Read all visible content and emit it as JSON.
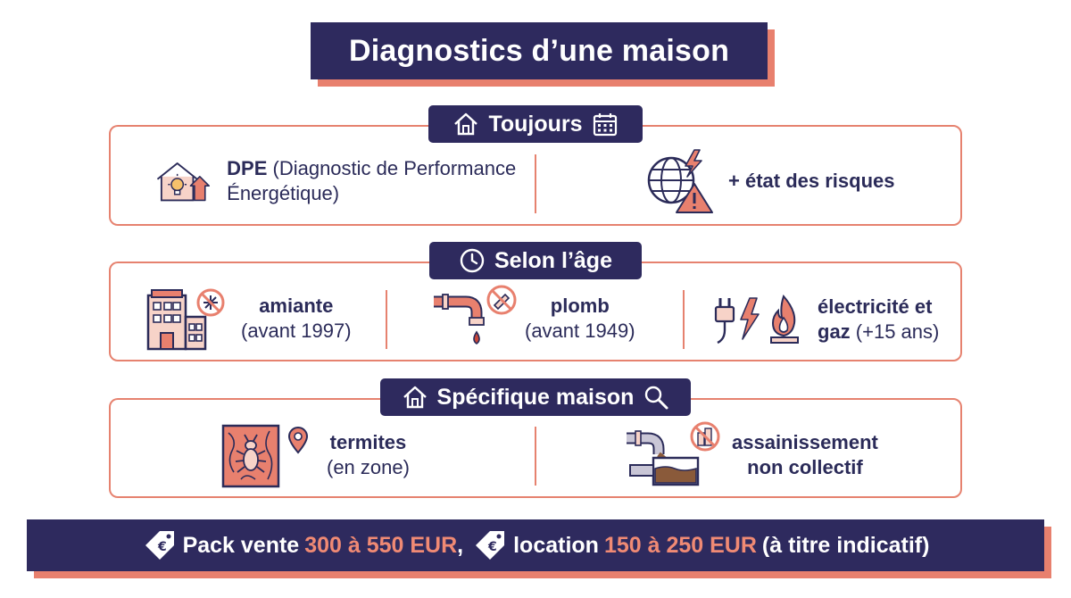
{
  "title": "Diagnostics d’une maison",
  "colors": {
    "navy": "#2e2a5e",
    "coral": "#e8806e",
    "text": "#2b2b59",
    "accent": "#f08a74"
  },
  "sections": {
    "toujours": {
      "label": "Toujours",
      "icons": [
        "house-icon",
        "calendar-icon"
      ],
      "items": [
        {
          "icon": "house-energy-icon",
          "bold": "DPE",
          "text": " (Diagnostic de Performance Énergétique)"
        },
        {
          "icon": "globe-risk-icon",
          "text": "+ état des risques"
        }
      ]
    },
    "selon_age": {
      "label": "Selon l’âge",
      "icons": [
        "clock-icon"
      ],
      "items": [
        {
          "icon": "building-asbestos-icon",
          "bold": "amiante",
          "text": "(avant 1997)"
        },
        {
          "icon": "pipe-lead-icon",
          "bold": "plomb",
          "text": "(avant 1949)"
        },
        {
          "icon": "electricity-gas-icon",
          "bold": "électricité et",
          "bold2": "gaz",
          "text": " (+15 ans)"
        }
      ]
    },
    "specifique": {
      "label": "Spécifique maison",
      "icons": [
        "house-icon",
        "search-icon"
      ],
      "items": [
        {
          "icon": "termite-icon",
          "bold": "termites",
          "text": "(en zone)"
        },
        {
          "icon": "sewage-icon",
          "bold": "assainissement",
          "bold2": "non collectif"
        }
      ]
    }
  },
  "footer": {
    "prefix": "Pack vente",
    "vente_range": "300 à 550 EUR",
    "sep": ",",
    "location_label": "location",
    "location_range": "150 à 250 EUR",
    "suffix": "(à titre indicatif)"
  }
}
